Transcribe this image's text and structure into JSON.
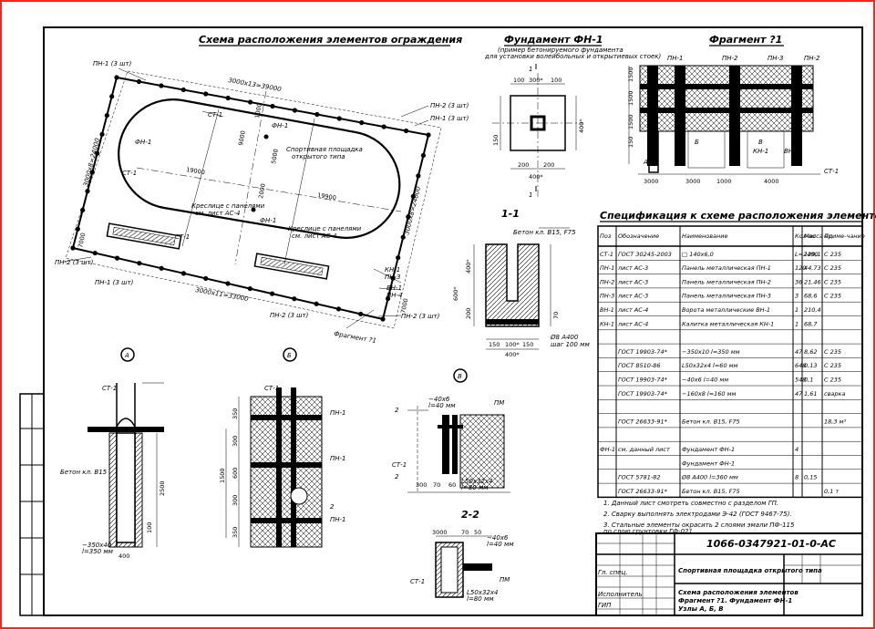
{
  "titles": {
    "scheme": "Схема расположения элементов ограждения",
    "foundation": "Фундамент ФН-1",
    "foundation_note_1": "(пример бетонируемого фундамента",
    "foundation_note_2": "для установки волейбольных и открытиевых стоек)",
    "fragment1": "Фрагмент ?1",
    "section11": "1-1",
    "section22": "2-2",
    "spec": "Спецификация к схеме расположения элементов"
  },
  "scheme_labels": {
    "pn1_top": "ПН-1 (3 шт)",
    "dim_top": "3000x13=39000",
    "st1": "СТ-1",
    "pn2_right": "ПН-2 (3 шт)",
    "pn1_right": "ПН-1 (3 шт)",
    "fn1": "ФН-1",
    "fn1_b": "ФН-1",
    "fn1_c": "ФН-1",
    "sport_area_1": "Спортивная площадка",
    "sport_area_2": "открытого типа",
    "d19000": "19000",
    "d19900": "19900",
    "d9000": "9000",
    "d5000": "5000",
    "d1000": "1000",
    "d2000": "2000",
    "bench1_1": "Креслице с панелями",
    "bench1_2": "см. лист АС-4",
    "bench2_1": "Креслице с панелями",
    "bench2_2": "см. лист АС-4",
    "st1_b": "СТ-1",
    "st1_c": "СТ-1",
    "pn2_left": "ПН-2 (3 шт)",
    "pn1_bottom": "ПН-1 (3 шт)",
    "dim_bottom": "3000x11=33000",
    "dim_left": "3000x8=24000",
    "dim_right": "3000x8=24000",
    "kn1": "КН-1",
    "pn3": "ПН-3",
    "vn1": "ВН-1",
    "pn4": "ПН-4",
    "pn2_bottom": "ПН-2 (3 шт)",
    "pn2_bottom2": "ПН-2 (3 шт)",
    "fragment": "Фрагмент ?1",
    "d7000": "7000",
    "d7000b": "7000"
  },
  "foundation_labels": {
    "d100a": "100",
    "d300": "300*",
    "d100b": "100",
    "d200a": "200",
    "d200b": "200",
    "d400": "400*",
    "d400v": "400*",
    "d150": "150",
    "mark1_top": "1",
    "mark1_bottom": "1"
  },
  "section11_labels": {
    "concrete": "Бетон кл. В15, F75",
    "d400": "400*",
    "d600": "600*",
    "d200": "200",
    "d70": "70",
    "rebar_1": "Ø8 А400",
    "rebar_2": "шаг 100 мм",
    "d150a": "150",
    "d100": "100*",
    "d150b": "150",
    "d400b": "400*"
  },
  "fragment_labels": {
    "pn1": "ПН-1",
    "pn2": "ПН-2",
    "pn3": "ПН-3",
    "pn2b": "ПН-2",
    "d1500a": "1500",
    "d1500b": "1500",
    "d1500c": "1500",
    "d150": "150",
    "kn1": "КН-1",
    "vn1": "ВН-1",
    "st1": "СТ-1",
    "d3000": "3000",
    "d3000b": "3000",
    "d1000": "1000",
    "d4000": "4000",
    "dA": "А",
    "dB": "Б",
    "dV": "В"
  },
  "detailA": {
    "mark": "А",
    "st1": "СТ-1",
    "concrete": "Бетон кл. В15",
    "pipe_1": "−350x40",
    "pipe_2": "l=350 мм",
    "d400": "400",
    "d2500": "2500",
    "d100": "100"
  },
  "detailB": {
    "mark": "Б",
    "st1": "СТ-1",
    "pn1": "ПН-1",
    "pn1b": "ПН-1",
    "pn1c": "ПН-1",
    "d1500": "1500",
    "d300a": "300",
    "d600": "600",
    "d300b": "300",
    "d350a": "350",
    "d350b": "350",
    "mark2": "2"
  },
  "detailC": {
    "mark": "В",
    "plate_1": "−40x6",
    "plate_2": "l=40 мм",
    "pm": "ПМ",
    "st1": "СТ-1",
    "d300": "300",
    "d70": "70",
    "d60": "60",
    "rod_1": "L50x32x4",
    "rod_2": "l=80 мм",
    "mark2a": "2",
    "mark2b": "2"
  },
  "section22": {
    "d3000": "3000",
    "d70": "70",
    "d50": "50",
    "plate_1": "−40x6",
    "plate_2": "l=40 мм",
    "st1": "СТ-1",
    "pm": "ПМ",
    "rod_1": "L50x32x4",
    "rod_2": "l=80 мм"
  },
  "spec_table": {
    "headers": [
      "Поз",
      "Обозначение",
      "Наименование",
      "Кол-во",
      "Масса ед.",
      "Приме-чание"
    ],
    "rows": [
      [
        "СТ-1",
        "ГОСТ 30245-2003",
        "□ 140x6,0",
        "L=2400",
        "129,1",
        "С 235"
      ],
      [
        "ПН-1",
        "лист АС-3",
        "Панель металлическая ПН-1",
        "120",
        "44,73",
        "С 235"
      ],
      [
        "ПН-2",
        "лист АС-3",
        "Панель металлическая ПН-2",
        "36",
        "21,46",
        "С 235"
      ],
      [
        "ПН-3",
        "лист АС-3",
        "Панель металлическая ПН-3",
        "3",
        "68,6",
        "С 235"
      ],
      [
        "ВН-1",
        "лист АС-4",
        "Ворота металлические ВН-1",
        "1",
        "210,4",
        ""
      ],
      [
        "КН-1",
        "лист АС-4",
        "Калитка металлическая КН-1",
        "1",
        "68,7",
        ""
      ],
      [
        "",
        "",
        "",
        "",
        "",
        ""
      ],
      [
        "",
        "ГОСТ 19903-74*",
        "−350x10     l=350 мм",
        "47",
        "8,62",
        "С 235"
      ],
      [
        "",
        "ГОСТ 8510-86",
        "L50x32x4     l=60 мм",
        "648",
        "0,13",
        "С 235"
      ],
      [
        "",
        "ГОСТ 19903-74*",
        "−40x6     l=40 мм",
        "548",
        "0,1",
        "С 235"
      ],
      [
        "",
        "ГОСТ 19903-74*",
        "−160x8     l=160 мм",
        "47",
        "1,61",
        "сварка"
      ],
      [
        "",
        "",
        "",
        "",
        "",
        ""
      ],
      [
        "",
        "ГОСТ 26633-91*",
        "Бетон кл. В15, F75",
        "",
        "",
        "18,3 м³"
      ],
      [
        "",
        "",
        "",
        "",
        "",
        ""
      ],
      [
        "ФН-1",
        "см. данный лист",
        "Фундамент ФН-1",
        "4",
        "",
        ""
      ],
      [
        "",
        "",
        "Фундамент ФН-1",
        "",
        "",
        ""
      ],
      [
        "",
        "ГОСТ 5781-82",
        "Ø8 А400     l=360 мм",
        "8",
        "0,15",
        ""
      ],
      [
        "",
        "ГОСТ 26633-91*",
        "Бетон кл. В15, F75",
        "",
        "",
        "0,1 т"
      ]
    ]
  },
  "notes": [
    "1. Данный лист смотреть совместно с разделом ГП.",
    "2. Сварку выполнять электродами Э-42 (ГОСТ 9467-75).",
    "3. Стальные элементы окрасить 2 слоями эмали ПФ-115",
    "по слою грунтовки ГФ-021"
  ],
  "title_block": {
    "code": "1066-0347921-01-0-АС",
    "name": "Спортивная площадка открытого типа",
    "sheet": "Схема расположения элементов",
    "sheet2": "Фрагмент ?1. Фундамент ФН-1",
    "sheet3": "Узлы А, Б, В",
    "role1": "Гл. спец.",
    "role2": "Исполнитель",
    "role3": "ГИП"
  }
}
